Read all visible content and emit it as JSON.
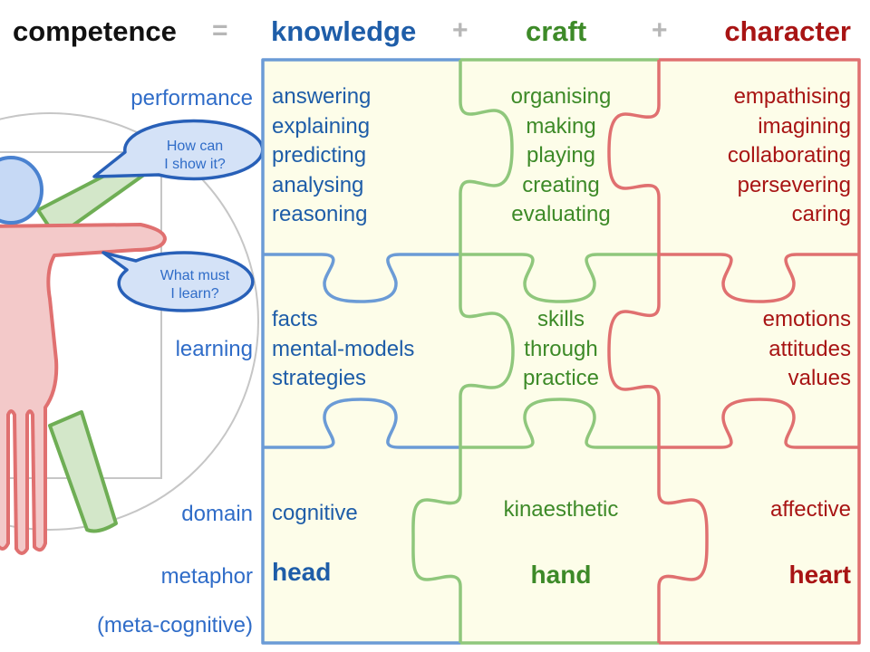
{
  "header": {
    "competence": "competence",
    "eq": "=",
    "knowledge": "knowledge",
    "plus1": "+",
    "craft": "craft",
    "plus2": "+",
    "character": "character"
  },
  "row_labels": {
    "performance": "performance",
    "learning": "learning",
    "domain": "domain",
    "metaphor": "metaphor",
    "meta": "(meta-cognitive)"
  },
  "bubbles": {
    "show": [
      "How can",
      "I show it?"
    ],
    "learn": [
      "What must",
      "I learn?"
    ]
  },
  "knowledge": {
    "performance": [
      "answering",
      "explaining",
      "predicting",
      "analysing",
      "reasoning"
    ],
    "learning": [
      "facts",
      "mental-models",
      "strategies"
    ],
    "domain": "cognitive",
    "metaphor": "head"
  },
  "craft": {
    "performance": [
      "organising",
      "making",
      "playing",
      "creating",
      "evaluating"
    ],
    "learning": [
      "skills",
      "through",
      "practice"
    ],
    "domain": "kinaesthetic",
    "metaphor": "hand"
  },
  "character": {
    "performance": [
      "empathising",
      "imagining",
      "collaborating",
      "persevering",
      "caring"
    ],
    "learning": [
      "emotions",
      "attitudes",
      "values"
    ],
    "domain": "affective",
    "metaphor": "heart"
  },
  "colors": {
    "knowledge_text": "#1e5da8",
    "craft_text": "#3d8a28",
    "character_text": "#a81414",
    "blue_line": "#6b9bd6",
    "green_line": "#8fc77c",
    "red_line": "#e07070",
    "panel_fill": "#fdfde9"
  }
}
